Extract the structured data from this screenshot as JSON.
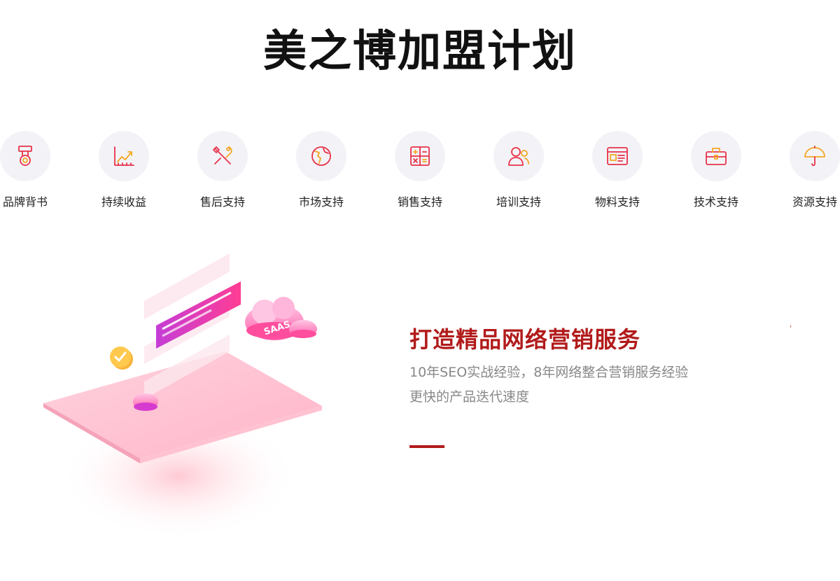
{
  "header": {
    "title": "美之博加盟计划"
  },
  "features": [
    {
      "label": "品牌背书",
      "icon": "medal-icon"
    },
    {
      "label": "持续收益",
      "icon": "chart-growth-icon"
    },
    {
      "label": "售后支持",
      "icon": "tools-icon"
    },
    {
      "label": "市场支持",
      "icon": "globe-icon"
    },
    {
      "label": "销售支持",
      "icon": "calculator-icon"
    },
    {
      "label": "培训支持",
      "icon": "users-icon"
    },
    {
      "label": "物料支持",
      "icon": "browser-window-icon"
    },
    {
      "label": "技术支持",
      "icon": "toolbox-icon"
    },
    {
      "label": "资源支持",
      "icon": "umbrella-icon"
    }
  ],
  "illustration": {
    "cloud_text": "SAAS"
  },
  "service": {
    "title": "打造精品网络营销服务",
    "desc1": "10年SEO实战经验，8年网络整合营销服务经验",
    "desc2": "更快的产品迭代速度",
    "stray": "'"
  },
  "colors": {
    "accent": "#b21b1b",
    "icon_red": "#e8334a",
    "icon_orange": "#f5a623",
    "circle_bg": "#f3f3f7"
  }
}
